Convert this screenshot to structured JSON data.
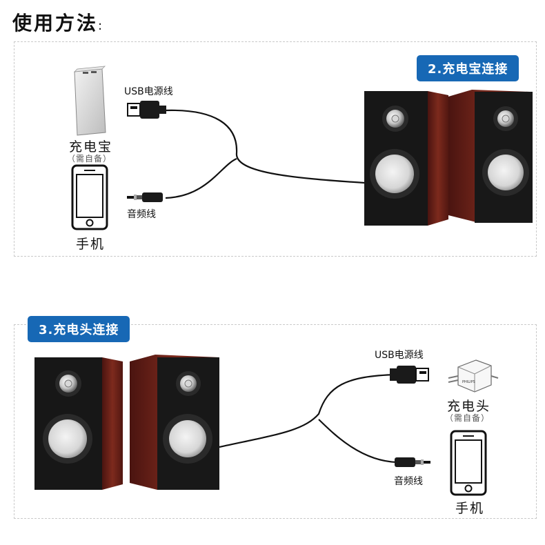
{
  "header": {
    "title": "使用方法",
    "colon": ":"
  },
  "section1": {
    "badge": "2.充电宝连接",
    "power_source_label": "充电宝",
    "power_source_note": "（需自备）",
    "phone_label": "手机",
    "usb_cable_label": "USB电源线",
    "audio_cable_label": "音频线"
  },
  "section2": {
    "badge": "3.充电头连接",
    "power_source_label": "充电头",
    "power_source_note": "（需自备）",
    "phone_label": "手机",
    "usb_cable_label": "USB电源线",
    "audio_cable_label": "音频线",
    "charger_brand": "PHILIPS"
  },
  "colors": {
    "badge_blue": "#1768b5",
    "speaker_front": "#1a1a1a",
    "speaker_wood": "#6e2318",
    "panel_border": "#c9c9c9",
    "cable": "#111111"
  },
  "icons": [
    "power-bank-icon",
    "phone-icon",
    "usb-plug-icon",
    "audio-plug-icon",
    "speaker-icon",
    "charger-icon"
  ]
}
